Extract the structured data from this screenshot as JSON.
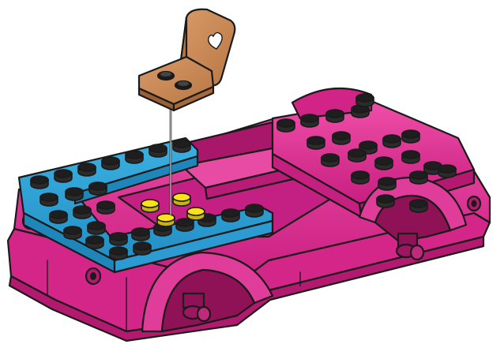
{
  "illustration": {
    "subject": "building-instruction-step",
    "colors": {
      "body": "#e02c93",
      "body_dark": "#b3196f",
      "body_light": "#f05cb2",
      "blue": "#2ea3d6",
      "blue_dark": "#1d7fb0",
      "yellow": "#f7e21b",
      "seat": "#c98a5a",
      "seat_dark": "#9a5f35",
      "pin": "#d9b0c9",
      "outline": "#1a1a1a",
      "background": "#ffffff"
    },
    "parts": [
      {
        "name": "seat",
        "color_name": "medium-nougat"
      },
      {
        "name": "car-chassis",
        "color_name": "magenta"
      },
      {
        "name": "plate-l-shape",
        "color_name": "medium-azure"
      },
      {
        "name": "placement-studs",
        "color_name": "yellow",
        "count": 4
      }
    ]
  }
}
